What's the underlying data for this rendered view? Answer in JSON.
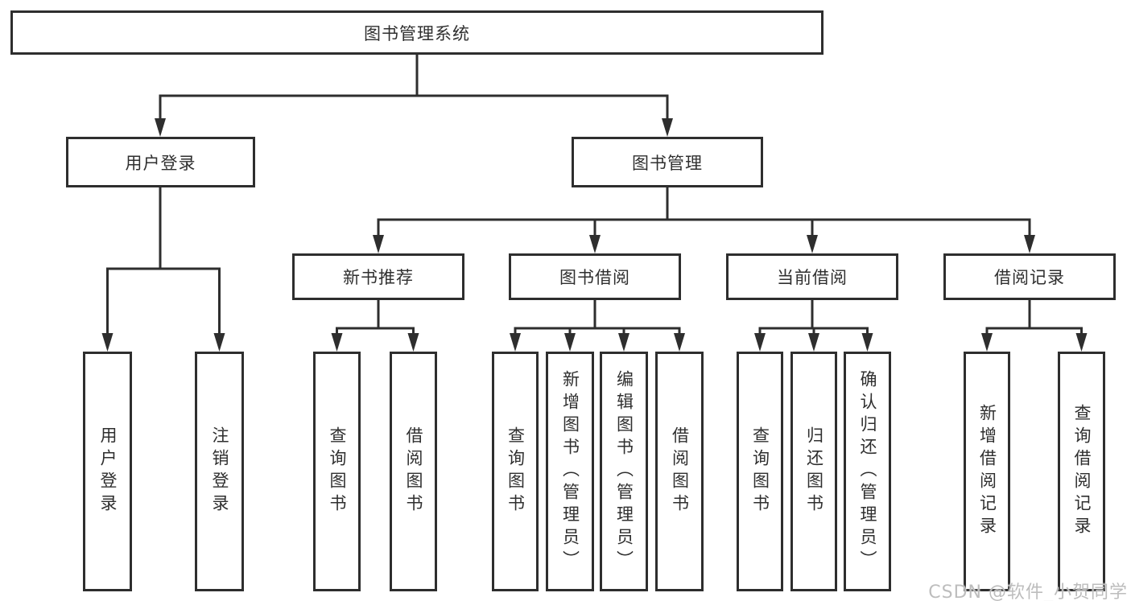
{
  "tree": {
    "label": "图书管理系统",
    "children": [
      {
        "label": "用户登录",
        "children": [
          {
            "label": "用户登录"
          },
          {
            "label": "注销登录"
          }
        ]
      },
      {
        "label": "图书管理",
        "children": [
          {
            "label": "新书推荐",
            "children": [
              {
                "label": "查询图书"
              },
              {
                "label": "借阅图书"
              }
            ]
          },
          {
            "label": "图书借阅",
            "children": [
              {
                "label": "查询图书"
              },
              {
                "label": "新增图书（管理员）"
              },
              {
                "label": "编辑图书（管理员）"
              },
              {
                "label": "借阅图书"
              }
            ]
          },
          {
            "label": "当前借阅",
            "children": [
              {
                "label": "查询图书"
              },
              {
                "label": "归还图书"
              },
              {
                "label": "确认归还（管理员）"
              }
            ]
          },
          {
            "label": "借阅记录",
            "children": [
              {
                "label": "新增借阅记录"
              },
              {
                "label": "查询借阅记录"
              }
            ]
          }
        ]
      }
    ]
  },
  "watermark": {
    "text": "CSDN @软件_小贺同学"
  },
  "colors": {
    "line": "#2e2e2e",
    "box_border": "#2e2e2e",
    "text": "#2f2f2f",
    "watermark": "#bdbdbd",
    "background": "#ffffff"
  }
}
